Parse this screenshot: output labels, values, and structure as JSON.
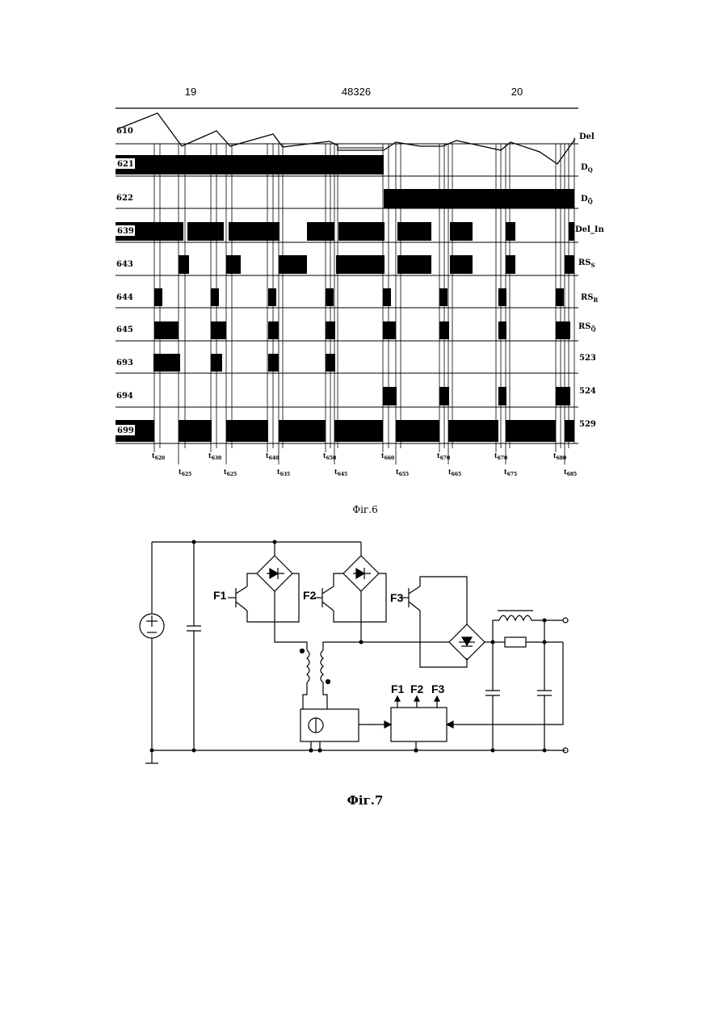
{
  "header": {
    "left": "19",
    "center": "48326",
    "right": "20"
  },
  "fig6": {
    "caption": "Фіг.6",
    "top_row_label": "610",
    "top_row_right": "Del",
    "rows": [
      {
        "id": "r621",
        "label": "621",
        "right": "D",
        "right_sub": "Q"
      },
      {
        "id": "r622",
        "label": "622",
        "right": "D",
        "right_sub": "Q̅"
      },
      {
        "id": "r639",
        "label": "639",
        "right": "Del_In"
      },
      {
        "id": "r643",
        "label": "643",
        "right": "RS",
        "right_sub": "S"
      },
      {
        "id": "r644",
        "label": "644",
        "right": "RS",
        "right_sub": "R"
      },
      {
        "id": "r645",
        "label": "645",
        "right": "RS",
        "right_sub": "Q̅"
      },
      {
        "id": "r693",
        "label": "693",
        "right": "523"
      },
      {
        "id": "r694",
        "label": "694",
        "right": "524"
      },
      {
        "id": "r699",
        "label": "699",
        "right": "529"
      }
    ],
    "time_labels": {
      "lower": [
        "620",
        "630",
        "640",
        "650",
        "660",
        "670",
        "680"
      ],
      "upper": [
        "625",
        "625",
        "635",
        "645",
        "655",
        "665",
        "675",
        "685"
      ]
    }
  },
  "fig7": {
    "caption": "Фіг.7",
    "switch_labels": [
      "F1",
      "F2",
      "F3"
    ],
    "controller_outputs": [
      "F1",
      "F2",
      "F3"
    ]
  }
}
